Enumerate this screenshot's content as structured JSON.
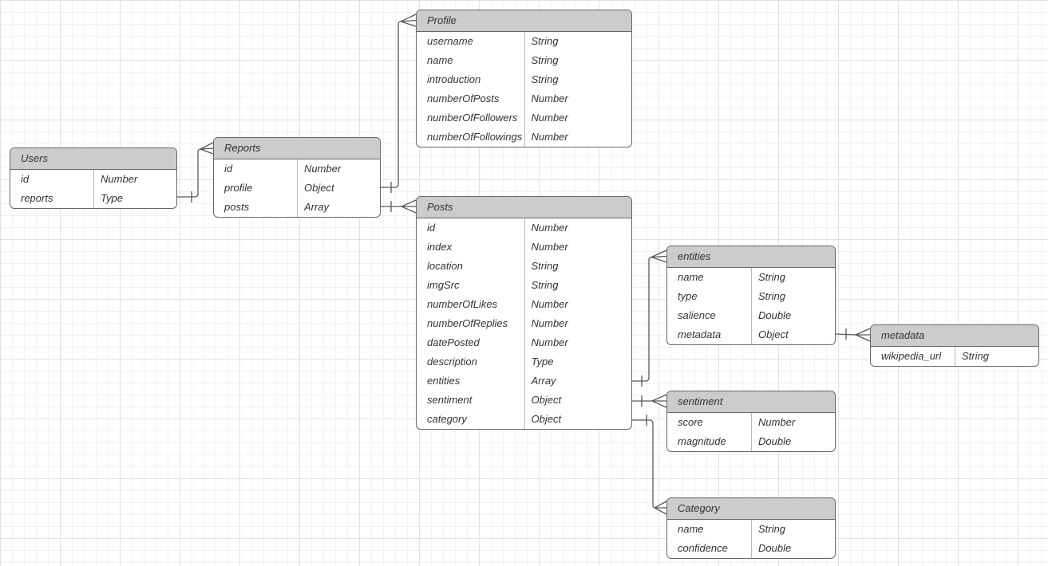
{
  "diagram": {
    "type": "entity-relationship-schema",
    "tables": [
      {
        "name": "Users",
        "fields": [
          {
            "name": "id",
            "type": "Number"
          },
          {
            "name": "reports",
            "type": "Type"
          }
        ]
      },
      {
        "name": "Reports",
        "fields": [
          {
            "name": "id",
            "type": "Number"
          },
          {
            "name": "profile",
            "type": "Object"
          },
          {
            "name": "posts",
            "type": "Array"
          }
        ]
      },
      {
        "name": "Profile",
        "fields": [
          {
            "name": "username",
            "type": "String"
          },
          {
            "name": "name",
            "type": "String"
          },
          {
            "name": "introduction",
            "type": "String"
          },
          {
            "name": "numberOfPosts",
            "type": "Number"
          },
          {
            "name": "numberOfFollowers",
            "type": "Number"
          },
          {
            "name": "numberOfFollowings",
            "type": "Number"
          }
        ]
      },
      {
        "name": "Posts",
        "fields": [
          {
            "name": "id",
            "type": "Number"
          },
          {
            "name": "index",
            "type": "Number"
          },
          {
            "name": "location",
            "type": "String"
          },
          {
            "name": "imgSrc",
            "type": "String"
          },
          {
            "name": "numberOfLikes",
            "type": "Number"
          },
          {
            "name": "numberOfReplies",
            "type": "Number"
          },
          {
            "name": "datePosted",
            "type": "Number"
          },
          {
            "name": "description",
            "type": "Type"
          },
          {
            "name": "entities",
            "type": "Array"
          },
          {
            "name": "sentiment",
            "type": "Object"
          },
          {
            "name": "category",
            "type": "Object"
          }
        ]
      },
      {
        "name": "entities",
        "fields": [
          {
            "name": "name",
            "type": "String"
          },
          {
            "name": "type",
            "type": "String"
          },
          {
            "name": "salience",
            "type": "Double"
          },
          {
            "name": "metadata",
            "type": "Object"
          }
        ]
      },
      {
        "name": "metadata",
        "fields": [
          {
            "name": "wikipedia_url",
            "type": "String"
          }
        ]
      },
      {
        "name": "sentiment",
        "fields": [
          {
            "name": "score",
            "type": "Number"
          },
          {
            "name": "magnitude",
            "type": "Double"
          }
        ]
      },
      {
        "name": "Category",
        "fields": [
          {
            "name": "name",
            "type": "String"
          },
          {
            "name": "confidence",
            "type": "Double"
          }
        ]
      }
    ],
    "relationships": [
      {
        "from": "Users.reports",
        "to": "Reports",
        "cardinality": "one-to-many"
      },
      {
        "from": "Reports.profile",
        "to": "Profile",
        "cardinality": "one-to-many"
      },
      {
        "from": "Reports.posts",
        "to": "Posts",
        "cardinality": "one-to-many"
      },
      {
        "from": "Posts.entities",
        "to": "entities",
        "cardinality": "one-to-many"
      },
      {
        "from": "Posts.sentiment",
        "to": "sentiment",
        "cardinality": "one-to-many"
      },
      {
        "from": "Posts.category",
        "to": "Category",
        "cardinality": "one-to-many"
      },
      {
        "from": "entities.metadata",
        "to": "metadata",
        "cardinality": "one-to-many"
      }
    ],
    "colors": {
      "header_fill": "#cccccc",
      "table_border": "#666666",
      "column_divider": "#b9b9b9",
      "connector": "#595959",
      "text": "#333333",
      "grid_minor": "#f2f2f2",
      "grid_major": "#e2e2e2"
    }
  }
}
